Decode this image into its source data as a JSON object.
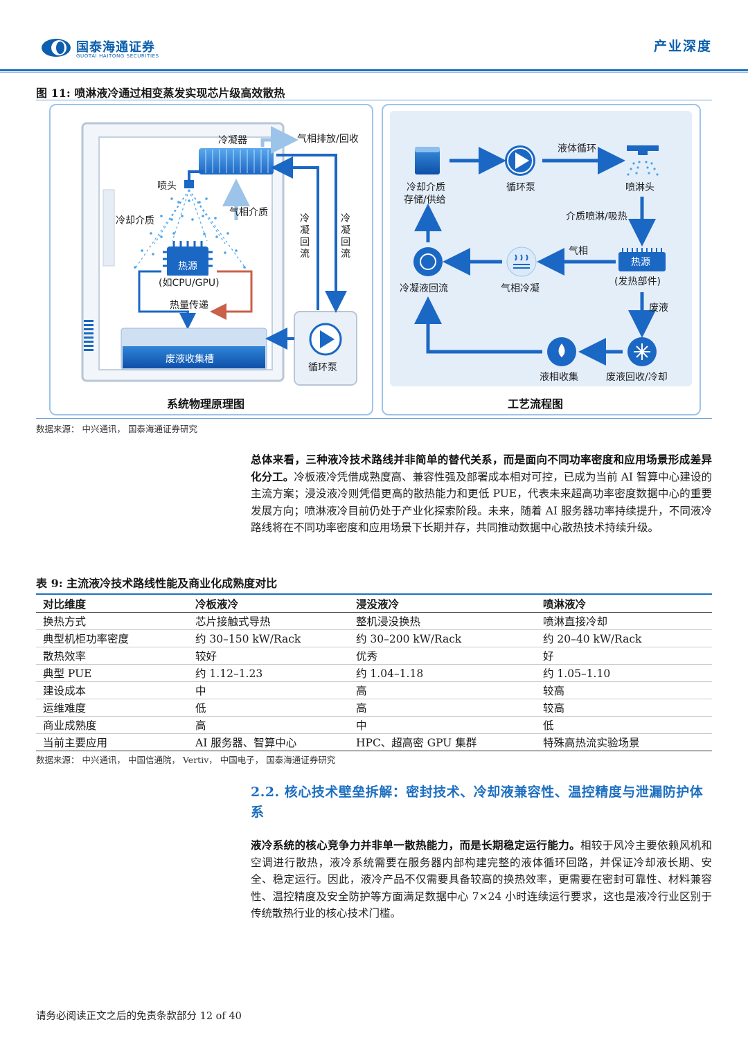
{
  "header": {
    "logo_cn": "国泰海通证券",
    "logo_en": "GUOTAI HAITONG SECURITIES",
    "doc_tag": "产业深度"
  },
  "figure": {
    "title": "图 11:  喷淋液冷通过相变蒸发实现芯片级高效散热",
    "left_panel": {
      "caption": "系统物理原理图",
      "condenser": "冷凝器",
      "vent": "气相排放/回收",
      "nozzle": "喷头",
      "vapor": "气相介质",
      "coolant": "冷却介质",
      "chip_name": "热源",
      "chip_sub": "(如CPU/GPU)",
      "heat_transfer": "热量传递",
      "return1": "冷凝回流",
      "return2": "冷凝回流",
      "tank": "废液收集槽",
      "pump": "循环泵"
    },
    "right_panel": {
      "caption": "工艺流程图",
      "storage_l1": "冷却介质",
      "storage_l2": "存储/供给",
      "pump": "循环泵",
      "liquid_cycle": "液体循环",
      "spray_head": "喷淋头",
      "spray_absorb": "介质喷淋/吸热",
      "heat_source": "热源",
      "heat_part": "(发热部件)",
      "gas_phase": "气相",
      "vapor_condense": "气相冷凝",
      "condensate_return": "冷凝液回流",
      "waste_liquid": "废液",
      "liquid_collect": "液相收集",
      "waste_cool": "废液回收/冷却"
    },
    "source": "数据来源：  中兴通讯，  国泰海通证券研究"
  },
  "paragraph1": {
    "bold": "总体来看，三种液冷技术路线并非简单的替代关系，而是面向不同功率密度和应用场景形成差异化分工。",
    "normal": "冷板液冷凭借成熟度高、兼容性强及部署成本相对可控，已成为当前 AI 智算中心建设的主流方案；浸没液冷则凭借更高的散热能力和更低 PUE，代表未来超高功率密度数据中心的重要发展方向；喷淋液冷目前仍处于产业化探索阶段。未来，随着 AI 服务器功率持续提升，不同液冷路线将在不同功率密度和应用场景下长期并存，共同推动数据中心散热技术持续升级。"
  },
  "table": {
    "title": "表 9:  主流液冷技术路线性能及商业化成熟度对比",
    "headers": [
      "对比维度",
      "冷板液冷",
      "浸没液冷",
      "喷淋液冷"
    ],
    "rows": [
      [
        "换热方式",
        "芯片接触式导热",
        "整机浸没换热",
        "喷淋直接冷却"
      ],
      [
        "典型机柜功率密度",
        "约 30–150 kW/Rack",
        "约 30–200 kW/Rack",
        "约 20–40 kW/Rack"
      ],
      [
        "散热效率",
        "较好",
        "优秀",
        "好"
      ],
      [
        "典型 PUE",
        "约 1.12–1.23",
        "约 1.04–1.18",
        "约 1.05–1.10"
      ],
      [
        "建设成本",
        "中",
        "高",
        "较高"
      ],
      [
        "运维难度",
        "低",
        "高",
        "较高"
      ],
      [
        "商业成熟度",
        "高",
        "中",
        "低"
      ],
      [
        "当前主要应用",
        "AI 服务器、智算中心",
        "HPC、超高密 GPU 集群",
        "特殊高热流实验场景"
      ]
    ],
    "source": "数据来源：  中兴通讯，  中国信通院，  Vertiv，  中国电子，  国泰海通证券研究"
  },
  "section": {
    "title": "2.2. 核心技术壁垒拆解：密封技术、冷却液兼容性、温控精度与泄漏防护体系"
  },
  "paragraph2": {
    "bold": "液冷系统的核心竞争力并非单一散热能力，而是长期稳定运行能力。",
    "normal": "相较于风冷主要依赖风机和空调进行散热，液冷系统需要在服务器内部构建完整的液体循环回路，并保证冷却液长期、安全、稳定运行。因此，液冷产品不仅需要具备较高的换热效率，更需要在密封可靠性、材料兼容性、温控精度及安全防护等方面满足数据中心 7×24 小时连续运行要求，这也是液冷行业区别于传统散热行业的核心技术门槛。"
  },
  "footer": {
    "text": "请务必阅读正文之后的免责条款部分 12 of 40"
  }
}
